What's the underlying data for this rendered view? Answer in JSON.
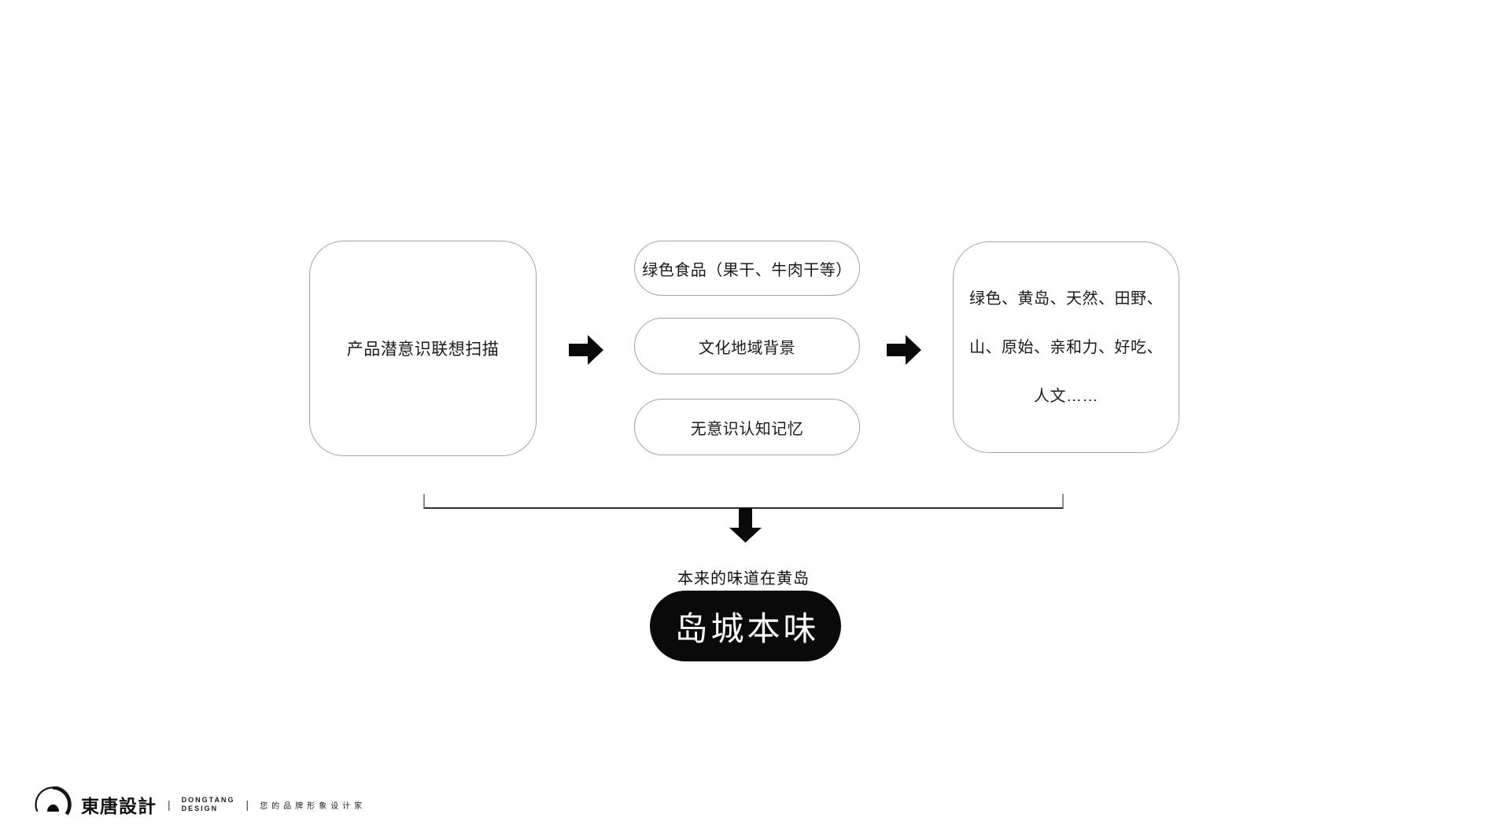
{
  "diagram": {
    "left_box": {
      "label": "产品潜意识联想扫描"
    },
    "middle_boxes": [
      {
        "label": "绿色食品（果干、牛肉干等）"
      },
      {
        "label": "文化地域背景"
      },
      {
        "label": "无意识认知记忆"
      }
    ],
    "right_box": {
      "lines": [
        "绿色、黄岛、天然、田野、",
        "山、原始、亲和力、好吃、",
        "人文……"
      ]
    },
    "caption": "本来的味道在黄岛",
    "result_label": "岛城本味"
  },
  "footer": {
    "logotype": "東唐設計",
    "divider": "|",
    "brand_en_line1": "DONGTANG",
    "brand_en_line2": "DESIGN",
    "tagline": "您的品牌形象设计家"
  },
  "colors": {
    "background": "#ffffff",
    "box_border": "#a3a3a3",
    "arrow_black": "#0a0a0a",
    "bracket_line": "#2e2e2e",
    "result_pill_bg": "#0a0a0a",
    "result_pill_text": "#ffffff"
  }
}
